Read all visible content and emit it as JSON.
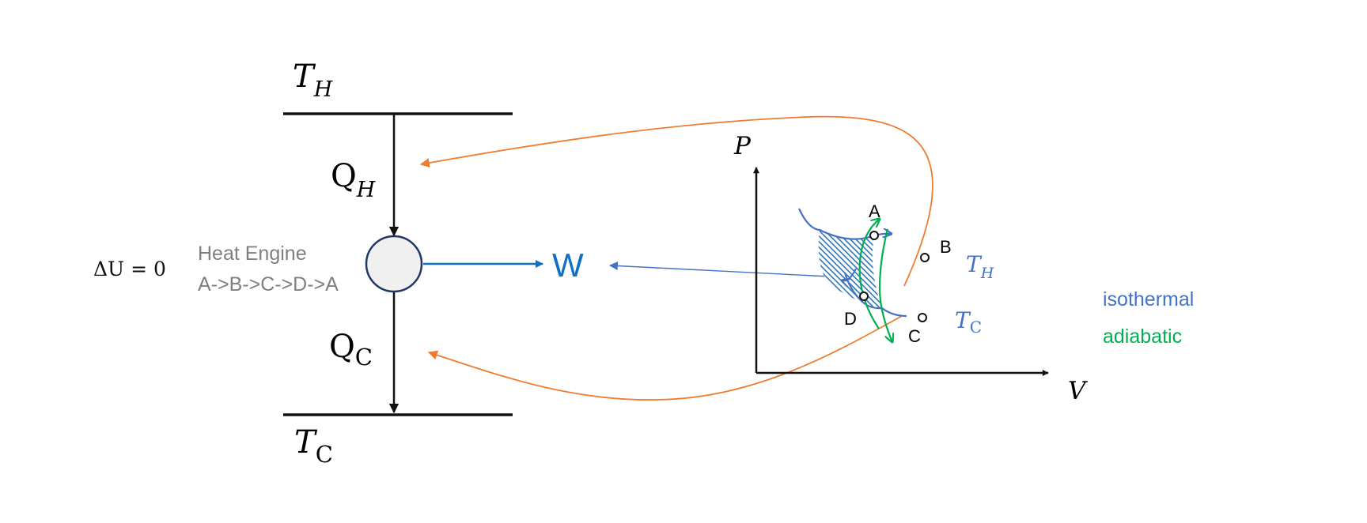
{
  "colors": {
    "black": "#111111",
    "work_blue": "#0f6fc6",
    "isotherm_blue": "#4472c4",
    "adiabat_green": "#00b050",
    "curve_orange": "#ed7d31",
    "gray_text": "#7f7f7f",
    "engine_fill": "#f0f0f0",
    "engine_stroke": "#1f3864"
  },
  "reservoirs": {
    "hot": {
      "symbol": "T",
      "subscript": "H"
    },
    "cold": {
      "symbol": "T",
      "subscript": "C"
    }
  },
  "heat_flows": {
    "in": {
      "symbol": "Q",
      "subscript": "H"
    },
    "out": {
      "symbol": "Q",
      "subscript": "C"
    }
  },
  "engine": {
    "energy_label": "ΔU = 0",
    "title": "Heat Engine",
    "cycle": "A->B->C->D->A"
  },
  "work_label": "W",
  "pv_diagram": {
    "y_axis": "P",
    "x_axis": "V",
    "points": [
      "A",
      "B",
      "C",
      "D"
    ],
    "hot_isotherm": {
      "symbol": "T",
      "subscript": "H"
    },
    "cold_isotherm": {
      "symbol": "T",
      "subscript": "C"
    }
  },
  "legend": {
    "isothermal": "isothermal",
    "adiabatic": "adiabatic"
  }
}
